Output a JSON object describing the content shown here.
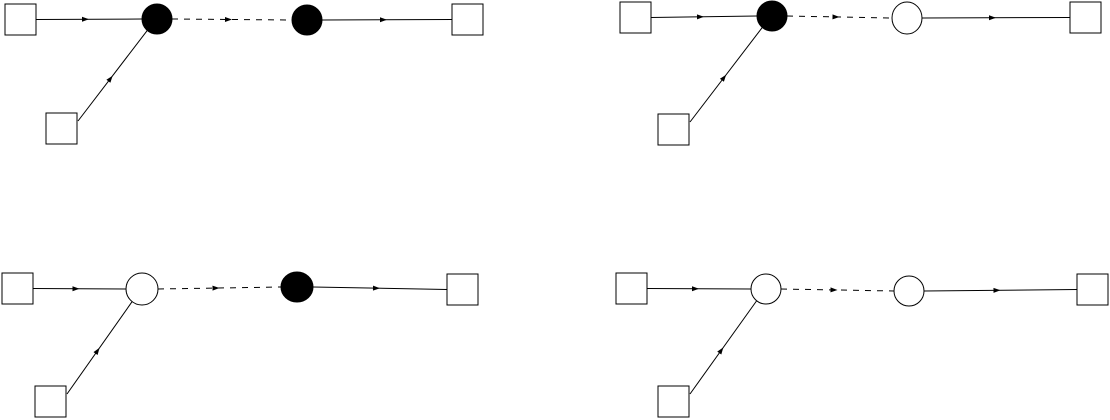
{
  "colors": {
    "stroke": "#000000",
    "background": "#ffffff",
    "filled_node": "#000000",
    "hollow_node": "#ffffff"
  },
  "panels": [
    {
      "id": "top-left",
      "node_1": "filled",
      "node_2": "filled"
    },
    {
      "id": "top-right",
      "node_1": "filled",
      "node_2": "hollow"
    },
    {
      "id": "bottom-left",
      "node_1": "hollow",
      "node_2": "filled"
    },
    {
      "id": "bottom-right",
      "node_1": "hollow",
      "node_2": "hollow"
    }
  ]
}
